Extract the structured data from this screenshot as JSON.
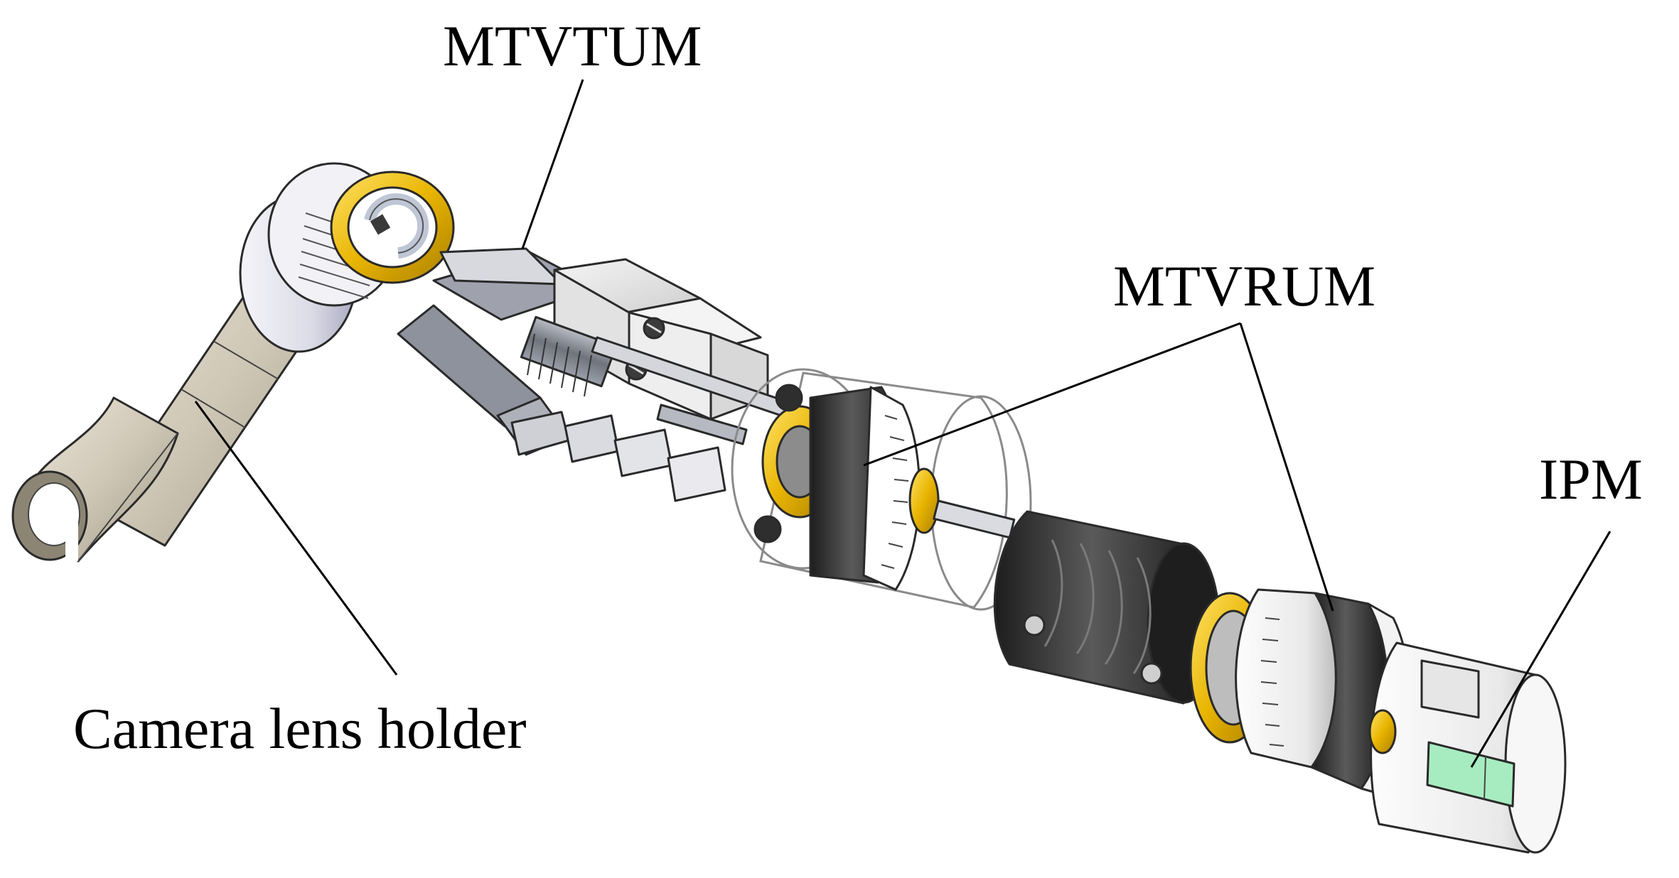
{
  "labels": {
    "mtvtum": "MTVTUM",
    "mtvrum": "MTVRUM",
    "ipm": "IPM",
    "camera_lens_holder": "Camera lens holder"
  },
  "colors": {
    "gold": "#e8b400",
    "holder_tan": "#c9c0ae",
    "dark_body": "#2b2b2b",
    "light_gray": "#e6e6e6",
    "green_window": "#a7ecc0"
  },
  "parts": [
    "camera-lens-holder",
    "mtvtum",
    "mtvrum-front",
    "coupling",
    "mtvrum-rear",
    "ipm"
  ]
}
